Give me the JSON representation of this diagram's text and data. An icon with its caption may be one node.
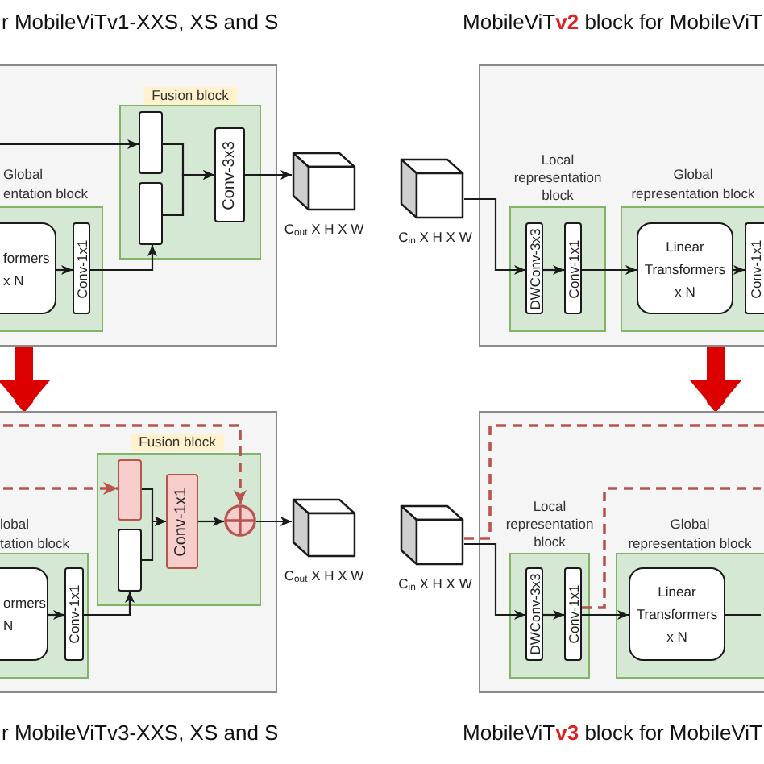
{
  "diagram": {
    "nodes": [
      {
        "text": [
          "r MobileViTv1-XXS, XS and S"
        ]
      },
      {
        "text": [
          "Fusion block"
        ],
        "in": 0
      },
      {
        "text": [],
        "shape": "box",
        "in": 1
      },
      {
        "text": [],
        "shape": "box",
        "in": 1
      },
      {
        "text": [
          "Conv-3x3"
        ],
        "in": 1
      },
      {
        "text": [
          "Global entation block"
        ],
        "in": 0
      },
      {
        "text": [
          "formers x N"
        ],
        "in": 5
      },
      {
        "text": [
          "Conv-1x1"
        ],
        "in": 5
      },
      {
        "text": [],
        "shape": "cube",
        "beside": [
          "C$_{out}$ X H X W"
        ]
      },
      {
        "text": [
          "MobileViT**v2** block for MobileViT"
        ]
      },
      {
        "text": [],
        "shape": "cube",
        "beside": [
          "C$_{in}$ X H X W"
        ]
      },
      {
        "text": [
          "Local representation block"
        ],
        "in": 9
      },
      {
        "text": [
          "DWConv-3x3"
        ],
        "in": 11
      },
      {
        "text": [
          "Conv-1x1"
        ],
        "in": 11
      },
      {
        "text": [
          "Global representation block"
        ],
        "in": 9
      },
      {
        "text": [
          "Linear Transformers x N"
        ],
        "in": 14
      },
      {
        "text": [
          "Conv-1x1"
        ],
        "in": 14
      },
      {
        "text": [
          "r MobileViTv3-XXS, XS and S"
        ]
      },
      {
        "text": [
          "Fusion block"
        ],
        "in": 17
      },
      {
        "text": [],
        "shape": "box",
        "in": 18
      },
      {
        "text": [],
        "shape": "box",
        "in": 18
      },
      {
        "text": [
          "Conv-1x1"
        ],
        "in": 18
      },
      {
        "text": [],
        "shape": "circle",
        "in": 18
      },
      {
        "text": [
          "lobal tation block"
        ],
        "in": 17
      },
      {
        "text": [
          "ormers N"
        ],
        "in": 23
      },
      {
        "text": [
          "Conv-1x1"
        ],
        "in": 23
      },
      {
        "text": [],
        "shape": "cube",
        "beside": [
          "C$_{out}$ X H X W"
        ]
      },
      {
        "text": [
          "MobileViT**v3** block for MobileViT"
        ]
      },
      {
        "text": [],
        "shape": "cube",
        "beside": [
          "C$_{in}$ X H X W"
        ]
      },
      {
        "text": [
          "Local representation block"
        ],
        "in": 27
      },
      {
        "text": [
          "DWConv-3x3"
        ],
        "in": 29
      },
      {
        "text": [
          "Conv-1x1"
        ],
        "in": 29
      },
      {
        "text": [
          "Global representation block"
        ],
        "in": 27
      },
      {
        "text": [
          "Linear Transformers x N"
        ],
        "in": 32
      }
    ],
    "edges": [
      {
        "from": null,
        "to": 2,
        "arrow": "to"
      },
      {
        "from": 6,
        "to": 7,
        "arrow": "to"
      },
      {
        "from": 7,
        "to": 3,
        "arrow": "to"
      },
      {
        "from": 2,
        "to": 4,
        "arrow": "to"
      },
      {
        "from": 3,
        "to": 4,
        "arrow": "to"
      },
      {
        "from": 4,
        "to": 8,
        "arrow": "to"
      },
      {
        "from": 0,
        "to": 17,
        "arrow": "to",
        "style": "thick",
        "color": "#dd0000"
      },
      {
        "from": 10,
        "to": 12,
        "arrow": "to"
      },
      {
        "from": 12,
        "to": 13,
        "arrow": "to"
      },
      {
        "from": 13,
        "to": 15,
        "arrow": "to"
      },
      {
        "from": 15,
        "to": 16,
        "arrow": "to"
      },
      {
        "from": 9,
        "to": 27,
        "arrow": "to",
        "style": "thick",
        "color": "#dd0000"
      },
      {
        "from": null,
        "to": 19,
        "arrow": "to",
        "style": "dashed",
        "color": "#b85450"
      },
      {
        "from": null,
        "to": 22,
        "arrow": "to",
        "style": "dashed",
        "color": "#b85450"
      },
      {
        "from": 24,
        "to": 25,
        "arrow": "to"
      },
      {
        "from": 25,
        "to": 20,
        "arrow": "to"
      },
      {
        "from": 19,
        "to": 21,
        "arrow": "to"
      },
      {
        "from": 20,
        "to": 21,
        "arrow": "to"
      },
      {
        "from": 21,
        "to": 22,
        "arrow": "to"
      },
      {
        "from": 22,
        "to": 26,
        "arrow": "to"
      },
      {
        "from": 28,
        "to": 30,
        "arrow": "to"
      },
      {
        "from": 30,
        "to": 31,
        "arrow": "to"
      },
      {
        "from": 31,
        "to": 33,
        "arrow": "to"
      },
      {
        "from": 33,
        "to": null,
        "arrow": "none"
      },
      {
        "from": 28,
        "to": 27,
        "arrow": "none",
        "style": "dashed",
        "color": "#b85450"
      },
      {
        "from": 31,
        "to": null,
        "arrow": "none",
        "style": "dashed",
        "color": "#b85450"
      }
    ]
  }
}
